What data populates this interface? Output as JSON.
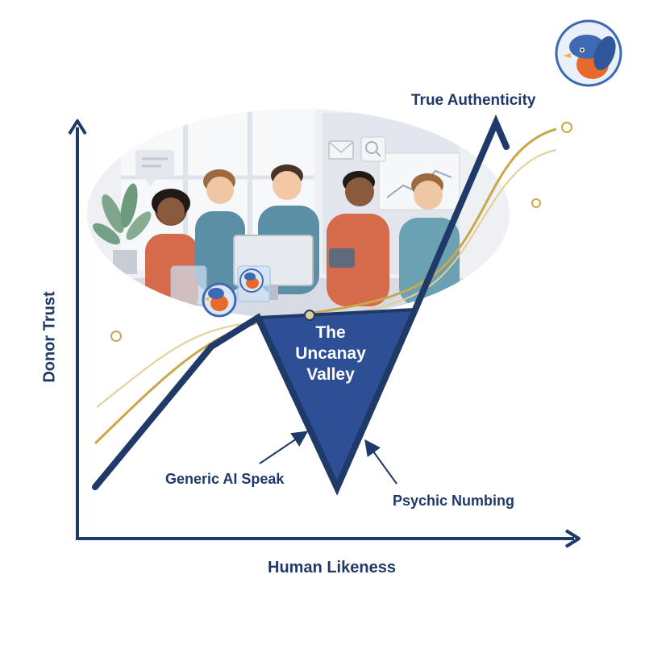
{
  "labels": {
    "peak": "True Authenticity",
    "valley_left": "Generic AI Speak",
    "valley_right": "Psychic Numbing",
    "x_axis": "Human Likeness",
    "y_axis": "Donor Trust",
    "valley": [
      "The",
      "Uncanay",
      "Valley"
    ]
  },
  "colors": {
    "navy": "#1f3a68",
    "valley_fill": "#2d4f96",
    "gold": "#c9a84c",
    "bird_orange": "#e86a2b",
    "bird_blue": "#3d6ab3"
  },
  "icons": {
    "logo": "robin-bird-icon",
    "chat": "chat-bubble-icon",
    "mail": "mail-icon",
    "search": "magnifier-icon"
  }
}
